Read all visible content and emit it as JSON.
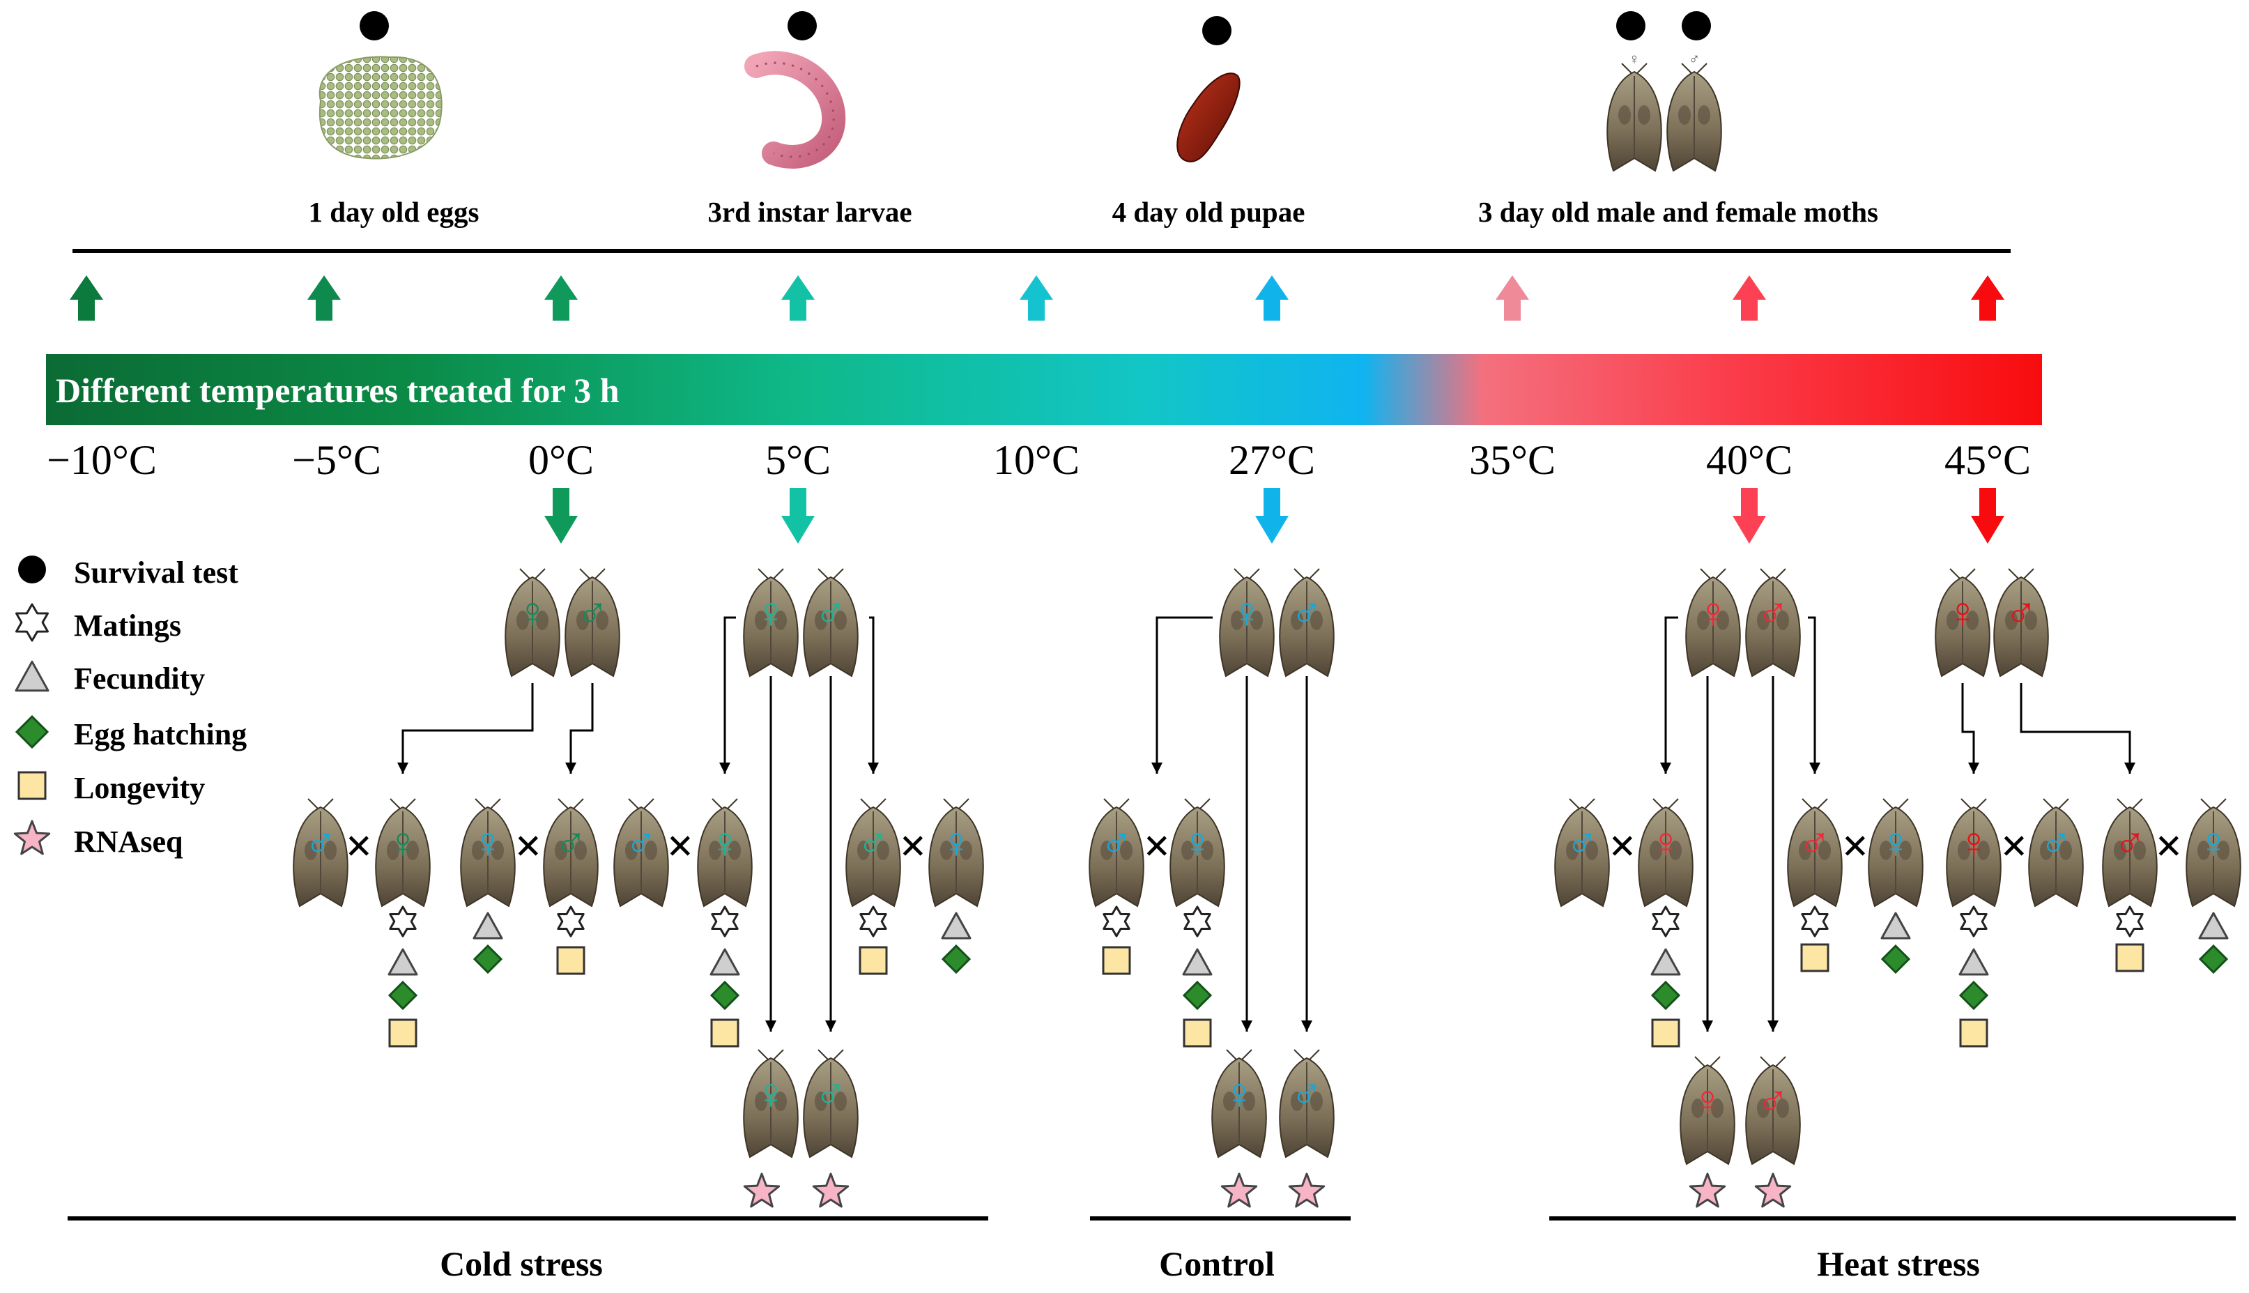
{
  "stages": {
    "eggs": "1 day old eggs",
    "larvae": "3rd instar larvae",
    "pupae": "4 day old pupae",
    "moths": "3 day old male and female moths"
  },
  "bar_label": "Different temperatures treated for 3 h",
  "temperatures": [
    "−10°C",
    "−5°C",
    "0°C",
    "5°C",
    "10°C",
    "27°C",
    "35°C",
    "40°C",
    "45°C"
  ],
  "legend": {
    "survival": "Survival test",
    "matings": "Matings",
    "fecundity": "Fecundity",
    "hatching": "Egg hatching",
    "longevity": "Longevity",
    "rnaseq": "RNAseq"
  },
  "groups": {
    "cold": "Cold stress",
    "control": "Control",
    "heat": "Heat stress"
  },
  "symbols": {
    "female": "♀",
    "male": "♂",
    "cross": "×"
  },
  "colors": {
    "green_dark": "#0b7a3c",
    "green": "#129a6a",
    "teal": "#12c2a6",
    "cyan": "#16bfd0",
    "blue": "#11b3ea",
    "pink": "#f08596",
    "red_light": "#fd4254",
    "red": "#f90c10",
    "hatch_green": "#2c8c2c",
    "longevity": "#fde6a4",
    "rnaseq": "#f6b4c6",
    "fecundity": "#cfcfcf"
  }
}
